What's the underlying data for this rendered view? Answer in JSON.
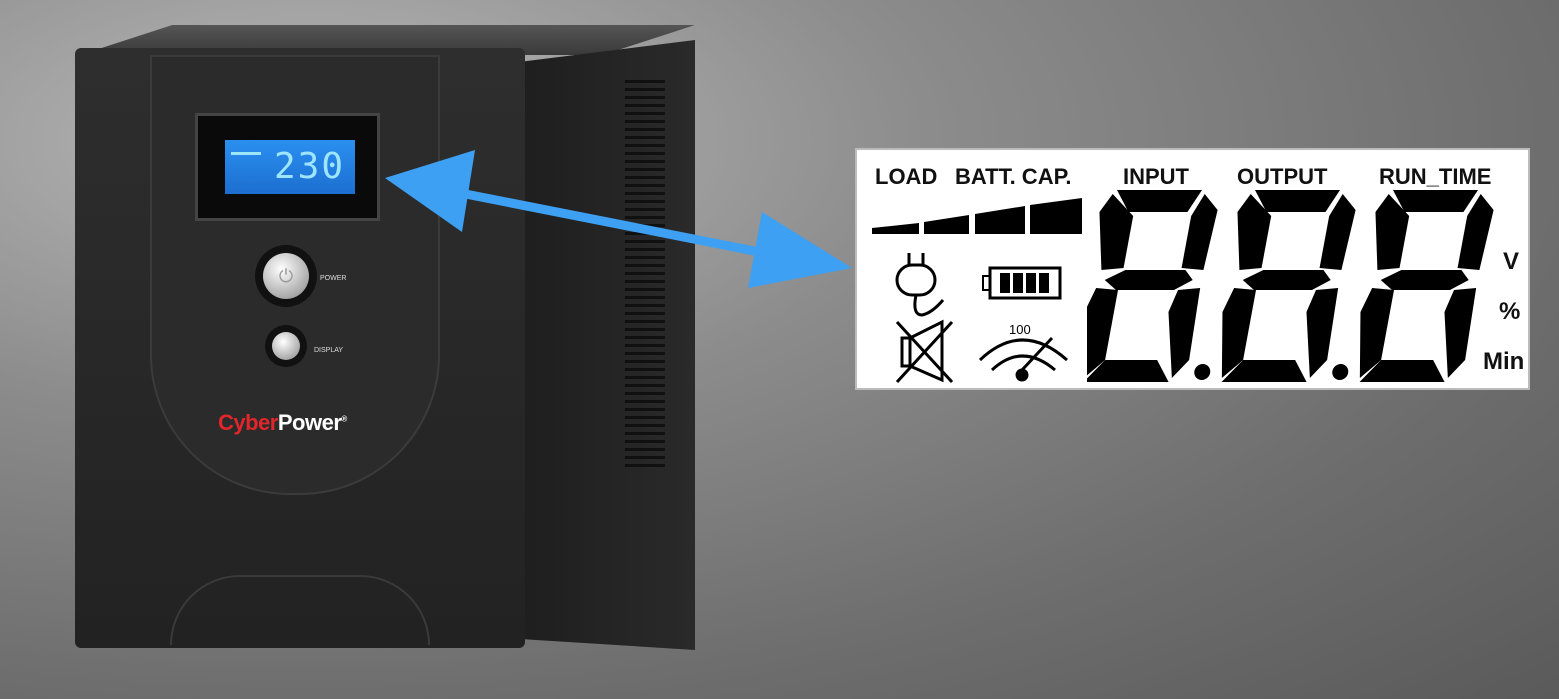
{
  "ups": {
    "brand_prefix": "Cyber",
    "brand_suffix": "Power",
    "brand_mark": "®",
    "lcd_value": "230",
    "power_label": "POWER",
    "display_label": "DISPLAY"
  },
  "lcd_panel": {
    "headers": [
      "LOAD",
      "BATT. CAP.",
      "INPUT",
      "OUTPUT",
      "RUN_TIME"
    ],
    "units": [
      "V",
      "%",
      "Min"
    ],
    "gauge_label": "100",
    "digits": [
      "8.",
      "8.",
      "8"
    ]
  },
  "colors": {
    "arrow": "#3ea0f2",
    "lcd_blue": "#2a8ff0",
    "brand_red": "#e0262b"
  }
}
